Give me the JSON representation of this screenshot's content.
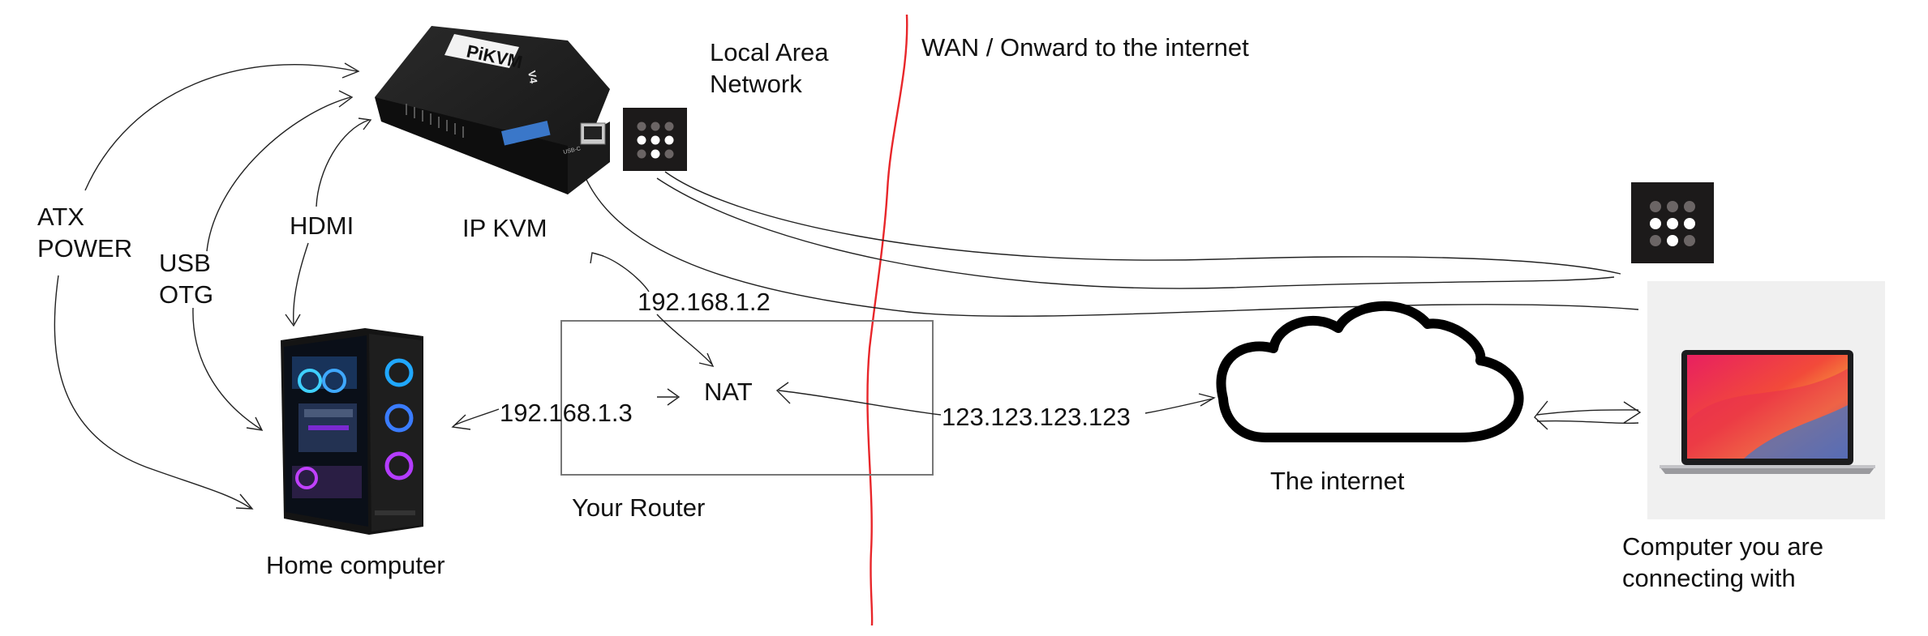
{
  "labels": {
    "ip_kvm": "IP KVM",
    "local_area_network": "Local Area\nNetwork",
    "wan": "WAN / Onward to the internet",
    "atx_power": "ATX\nPOWER",
    "usb_otg": "USB\nOTG",
    "hdmi": "HDMI",
    "home_computer": "Home computer",
    "ip_kvm_address": "192.168.1.2",
    "home_computer_address": "192.168.1.3",
    "nat": "NAT",
    "public_address": "123.123.123.123",
    "router": "Your Router",
    "internet": "The internet",
    "remote_computer": "Computer you are\nconnecting with"
  },
  "device_text": {
    "pikvm_logo": "PiKVM",
    "pikvm_model": "V4",
    "port_label": "USB-C"
  },
  "colors": {
    "boundary_line": "#e8262a",
    "ink": "#111111",
    "app_icon_bg": "#1c1a1a",
    "laptop_screen_red": "#e8304f",
    "laptop_screen_orange": "#f59a3a",
    "laptop_screen_blue": "#3a78c9"
  },
  "icons": {
    "app_icon": "tailscale-icon",
    "cloud": "cloud-icon",
    "kvm": "pikvm-device-icon",
    "tower": "pc-tower-icon",
    "laptop": "laptop-icon"
  }
}
